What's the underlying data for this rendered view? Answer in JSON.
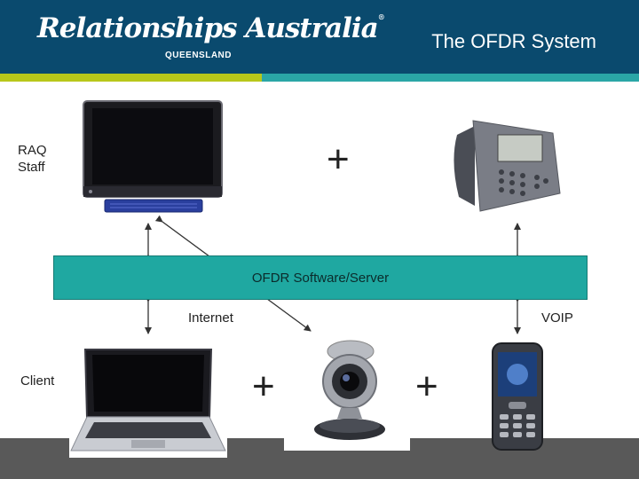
{
  "header": {
    "logo_text": "Relationships Australia",
    "logo_subtext": "QUEENSLAND",
    "title": "The OFDR System"
  },
  "labels": {
    "staff": "RAQ Staff",
    "client": "Client",
    "server": "OFDR Software/Server",
    "internet": "Internet",
    "voip": "VOIP"
  },
  "operators": {
    "plus_top": "+",
    "plus_bottom_left": "+",
    "plus_bottom_right": "+"
  },
  "devices": {
    "staff_computer": "desktop-monitor-icon",
    "staff_phone": "desk-phone-icon",
    "client_computer": "laptop-icon",
    "client_webcam": "webcam-icon",
    "client_phone": "mobile-phone-icon"
  },
  "colors": {
    "header_bg": "#0a4a6e",
    "stripe_green": "#b8c71a",
    "stripe_teal": "#2aa6a6",
    "server_bar": "#1fa8a1",
    "footer": "#595959"
  }
}
